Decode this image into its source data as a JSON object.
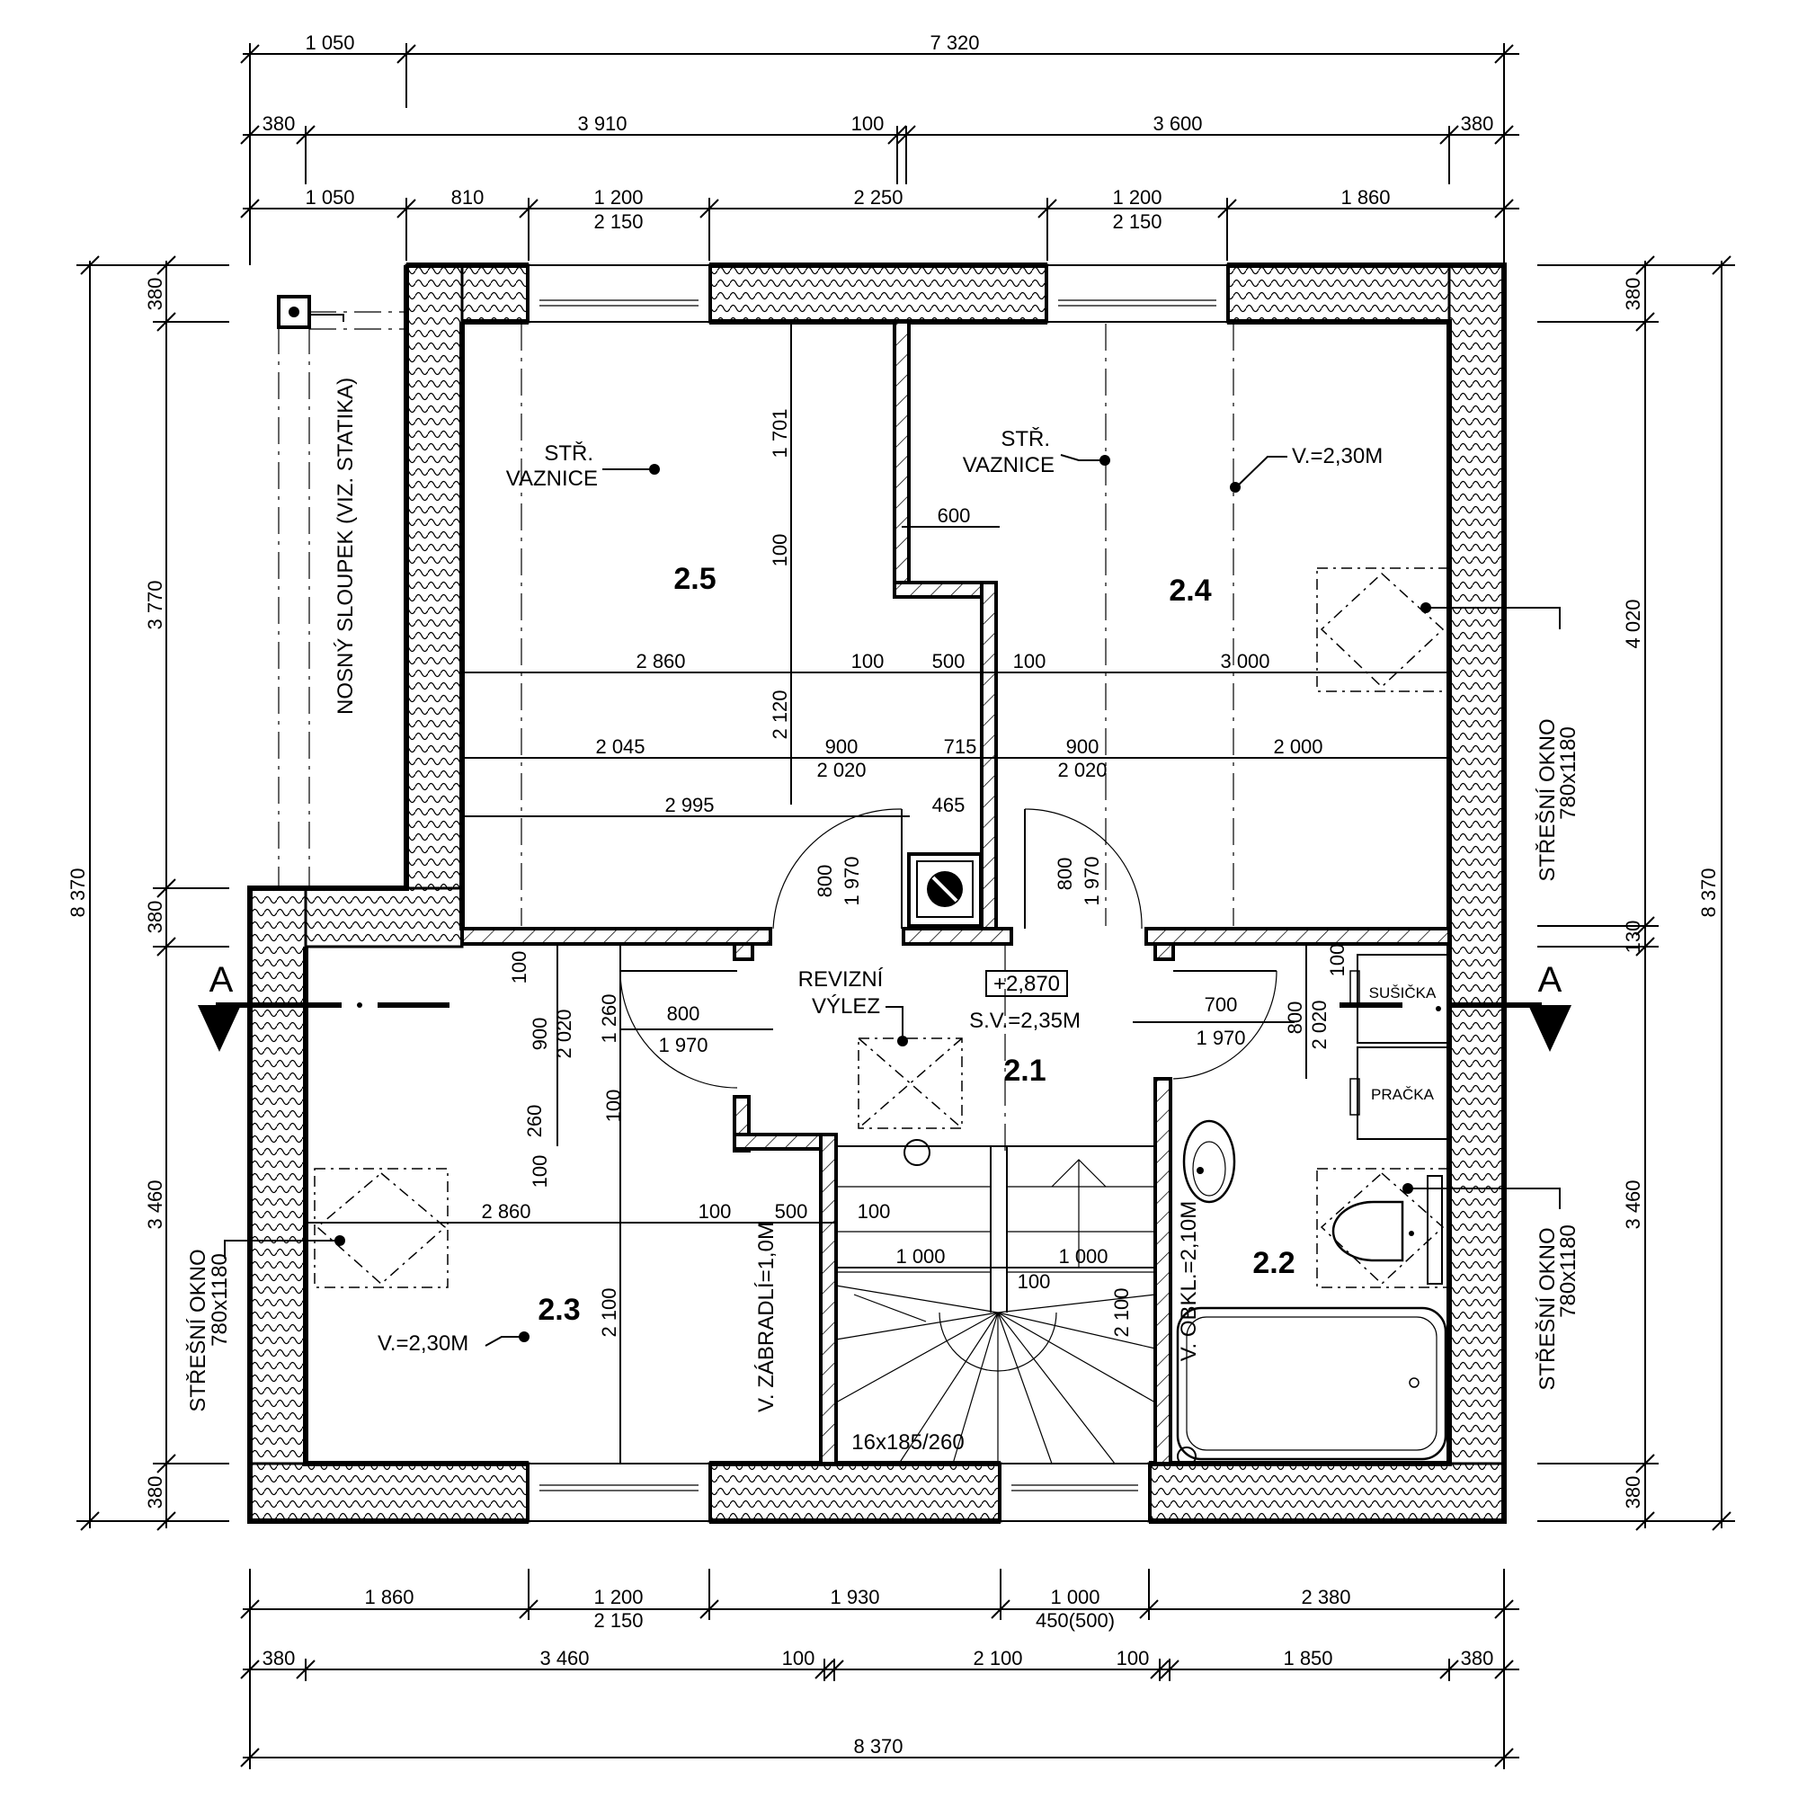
{
  "top_dims": {
    "row1": [
      "1 050",
      "7 320"
    ],
    "row2": [
      "380",
      "3 910",
      "100",
      "3 600",
      "380"
    ],
    "row3_top": [
      "1 050",
      "810",
      "1 200",
      "2 250",
      "1 200",
      "1 860"
    ],
    "row3_bottom": [
      "2 150",
      "2 150"
    ]
  },
  "bottom_dims": {
    "row1_top": [
      "1 860",
      "1 200",
      "1 930",
      "1 000",
      "2 380"
    ],
    "row1_bottom": [
      "2 150",
      "450(500)"
    ],
    "row2": [
      "380",
      "3 460",
      "100",
      "2 100",
      "100",
      "1 850",
      "380"
    ],
    "row3": [
      "8 370"
    ]
  },
  "left_dims": {
    "outer": "8 370",
    "inner": [
      "380",
      "3 770",
      "380",
      "3 460",
      "380"
    ]
  },
  "right_dims": {
    "outer": "8 370",
    "inner": [
      "380",
      "4 020",
      "130",
      "3 460",
      "380"
    ]
  },
  "section_marks": {
    "left": "A",
    "right": "A"
  },
  "rooms": {
    "r21": "2.1",
    "r22": "2.2",
    "r23": "2.3",
    "r24": "2.4",
    "r25": "2.5"
  },
  "labels": {
    "column": "NOSNÝ SLOUPEK (VIZ. STATIKA)",
    "purlin_1a": "STŘ.",
    "purlin_1b": "VAZNICE",
    "purlin_2a": "STŘ.",
    "purlin_2b": "VAZNICE",
    "height_24": "V.=2,30M",
    "height_23": "V.=2,30M",
    "roof_window_right_a": "STŘEŠNÍ OKNO",
    "roof_window_right_a2": "780x1180",
    "roof_window_right_b": "STŘEŠNÍ OKNO",
    "roof_window_right_b2": "780x1180",
    "roof_window_left": "STŘEŠNÍ OKNO",
    "roof_window_left2": "780x1180",
    "hatch_a": "REVIZNÍ",
    "hatch_b": "VÝLEZ",
    "level": "+2,870",
    "clear_height": "S.V.=2,35M",
    "dryer": "SUŠIČKA",
    "washer": "PRAČKA",
    "railing": "V. ZÁBRADLÍ=1,0M",
    "tiling": "V. OBKL.=2,10M",
    "stairs": "16x185/260"
  },
  "interior_dims": {
    "d1701": "1 701",
    "d100a": "100",
    "d2120": "2 120",
    "d600": "600",
    "h_2860": "2 860",
    "h_100a": "100",
    "h_500": "500",
    "h_100b": "100",
    "h_3000": "3 000",
    "h_2045": "2 045",
    "h_900a": "900",
    "h_2020a": "2 020",
    "h_715": "715",
    "h_900b": "900",
    "h_2020b": "2 020",
    "h_2000": "2 000",
    "h_2995": "2 995",
    "h_465": "465",
    "door_800a": "800",
    "door_1970a": "1 970",
    "door_800b": "800",
    "door_1970b": "1 970",
    "v_100": "100",
    "v_900": "900",
    "v_2020": "2 020",
    "v_1260": "1 260",
    "v_260": "260",
    "v_100b": "100",
    "v_100c": "100",
    "door_800c": "800",
    "door_1970c": "1 970",
    "door_700": "700",
    "door_1970d": "1 970",
    "v_800r": "800",
    "v_2020r": "2 020",
    "v_100r": "100",
    "h2_2860": "2 860",
    "h2_100": "100",
    "h2_500": "500",
    "h2_100b": "100",
    "s_1000a": "1 000",
    "s_1000b": "1 000",
    "s_100": "100",
    "v_2100a": "2 100",
    "v_2100b": "2 100"
  }
}
